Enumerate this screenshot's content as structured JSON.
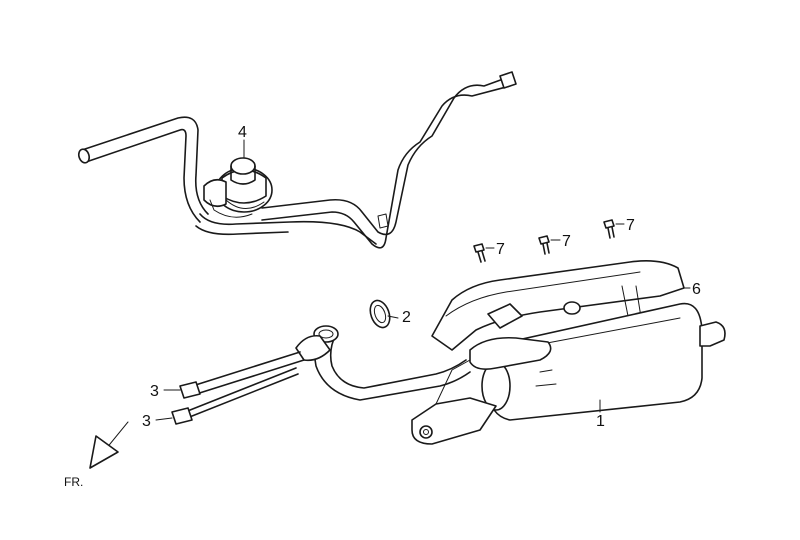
{
  "callouts": {
    "part_1": "1",
    "part_2": "2",
    "part_3a": "3",
    "part_3b": "3",
    "part_4": "4",
    "part_6": "6",
    "part_7a": "7",
    "part_7b": "7",
    "part_7c": "7"
  },
  "direction_label": "FR."
}
